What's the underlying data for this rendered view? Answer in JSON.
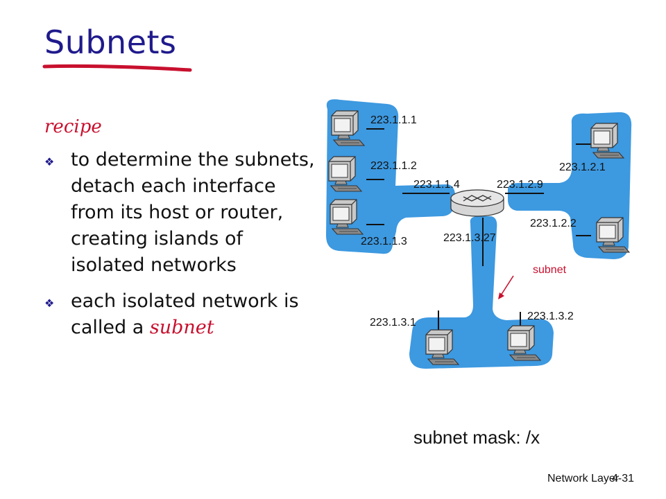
{
  "title": "Subnets",
  "recipe_label": "recipe",
  "bullets": [
    {
      "text": "to determine the subnets, detach each interface from its host or router, creating islands of isolated networks"
    },
    {
      "text_before": "each isolated network is called a ",
      "highlight": "subnet"
    }
  ],
  "diagram": {
    "addresses": {
      "h111": "223.1.1.1",
      "h112": "223.1.1.2",
      "h113": "223.1.1.3",
      "r114": "223.1.1.4",
      "r129": "223.1.2.9",
      "h121": "223.1.2.1",
      "h122": "223.1.2.2",
      "r1327": "223.1.3.27",
      "h131": "223.1.3.1",
      "h132": "223.1.3.2"
    },
    "subnet_label": "subnet",
    "island_color": "#3d99e0",
    "callout_color": "#c8102e"
  },
  "mask_label": "subnet mask: /x",
  "footer": {
    "left": "Network Layer",
    "right": "4-31"
  },
  "colors": {
    "title": "#1f1a8c",
    "accent": "#c8102e"
  }
}
